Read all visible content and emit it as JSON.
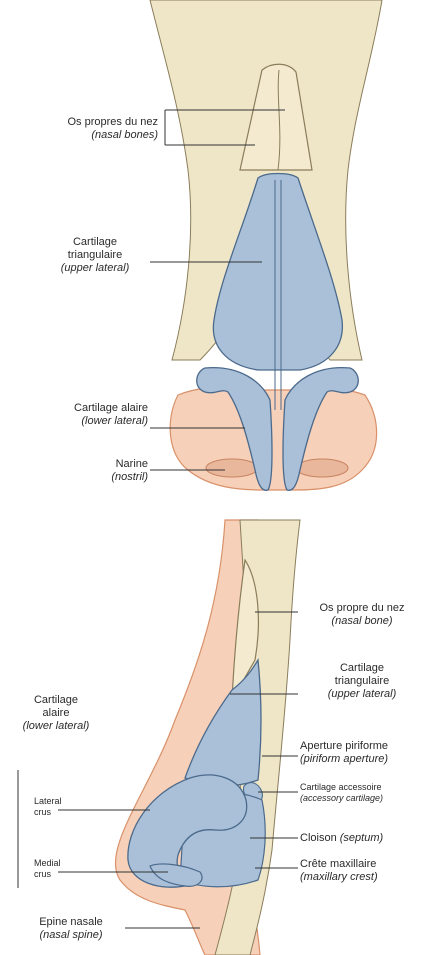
{
  "frontal_view": {
    "nasal_bones": {
      "fr": "Os propres du nez",
      "en": "(nasal bones)"
    },
    "upper_lateral": {
      "fr1": "Cartilage",
      "fr2": "triangulaire",
      "en": "(upper lateral)"
    },
    "lower_lateral": {
      "fr": "Cartilage alaire",
      "en": "(lower lateral)"
    },
    "nostril": {
      "fr": "Narine",
      "en": "(nostril)"
    }
  },
  "lateral_view": {
    "nasal_bone": {
      "fr": "Os propre du nez",
      "en": "(nasal bone)"
    },
    "upper_lateral": {
      "fr1": "Cartilage",
      "fr2": "triangulaire",
      "en": "(upper lateral)"
    },
    "piriform_aperture": {
      "fr": "Aperture piriforme",
      "en": "(piriform aperture)"
    },
    "accessory_cartilage": {
      "fr": "Cartilage accessoire",
      "en": "(accessory cartilage)"
    },
    "septum": {
      "fr": "Cloison",
      "en": "(septum)"
    },
    "maxillary_crest": {
      "fr": "Crête maxillaire",
      "en": "(maxillary crest)"
    },
    "lower_lateral": {
      "fr1": "Cartilage",
      "fr2": "alaire",
      "en": "(lower lateral)"
    },
    "lateral_crus": {
      "l1": "Lateral",
      "l2": "crus"
    },
    "medial_crus": {
      "l1": "Medial",
      "l2": "crus"
    },
    "nasal_spine": {
      "fr": "Epine nasale",
      "en": "(nasal spine)"
    }
  },
  "colors": {
    "bone": "#efe6c8",
    "bone_stroke": "#8a7d5a",
    "cartilage": "#a9c0d8",
    "cartilage_stroke": "#4c6a8c",
    "skin": "#f6d0b8",
    "skin_stroke": "#d9916a",
    "leader": "#333333"
  }
}
